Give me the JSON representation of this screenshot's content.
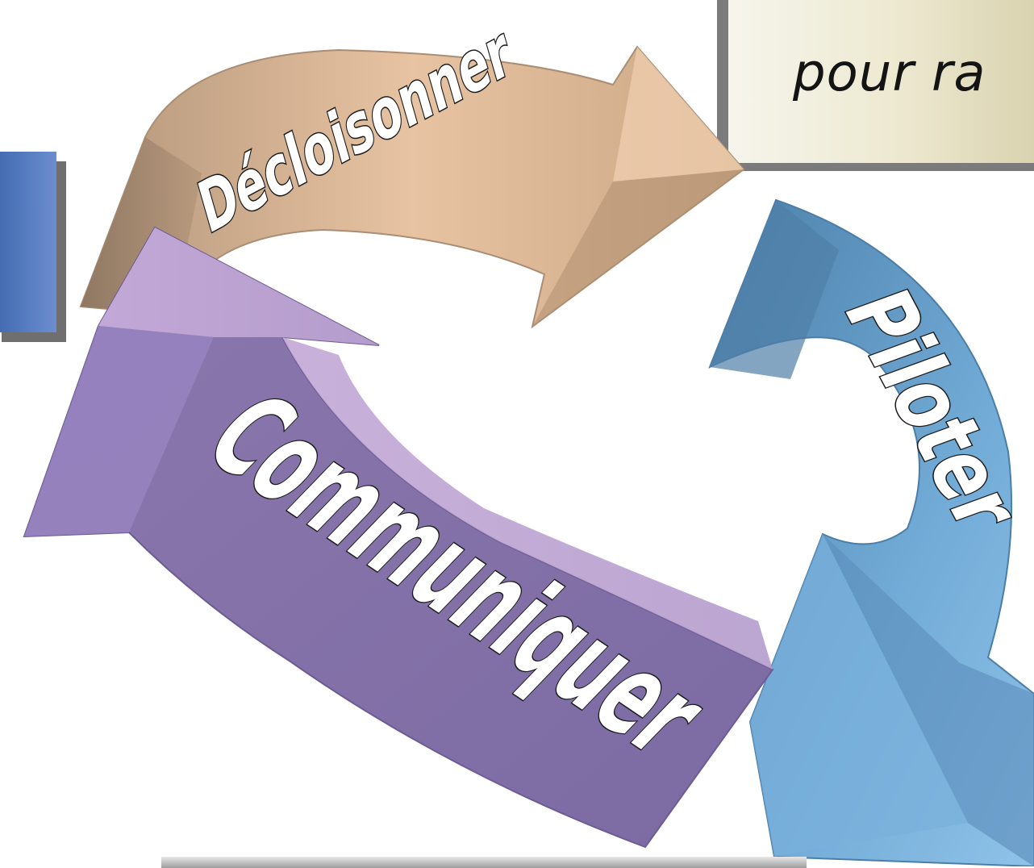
{
  "caption": {
    "text": "pour ra"
  },
  "cycle": {
    "words": {
      "decloisonner": "Décloisonner",
      "piloter": "Piloter",
      "communiquer": "Communiquer"
    },
    "colors": {
      "decloisonner": "#c8a382",
      "piloter": "#6fa8d4",
      "communiquer": "#9b85bd",
      "tab": "#5378be"
    }
  }
}
